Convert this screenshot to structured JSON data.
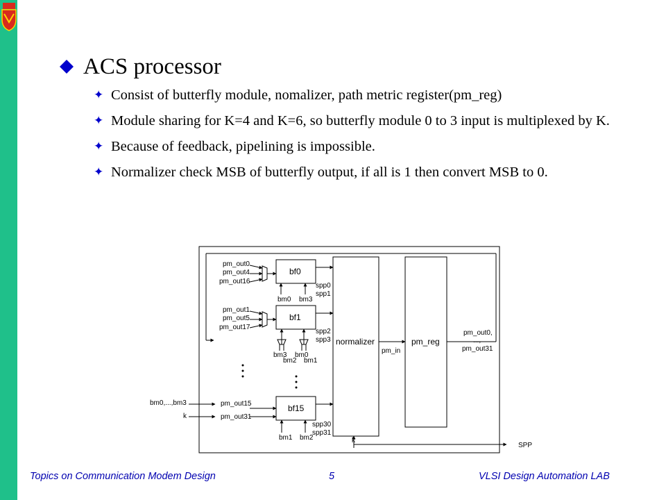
{
  "slide": {
    "title": "ACS processor",
    "bullets": [
      "Consist of butterfly module, nomalizer, path metric register(pm_reg)",
      "Module sharing for K=4 and K=6, so butterfly module 0 to 3 input is multiplexed by K.",
      "Because of feedback, pipelining is impossible.",
      "Normalizer check MSB of butterfly output, if all is 1 then convert MSB to 0."
    ]
  },
  "diagram": {
    "bf0": "bf0",
    "bf1": "bf1",
    "bf15": "bf15",
    "normalizer": "normalizer",
    "pm_reg": "pm_reg",
    "pm_in": "pm_in",
    "bf0_inputs": [
      "pm_out0",
      "pm_out4",
      "pm_out16"
    ],
    "bf1_inputs": [
      "pm_out1",
      "pm_out5",
      "pm_out17"
    ],
    "bf15_inputs": [
      "pm_out15",
      "pm_out31"
    ],
    "bf0_bm": [
      "bm0",
      "bm3"
    ],
    "bf0_spp": [
      "spp0",
      "spp1"
    ],
    "bf1_spp": [
      "spp2",
      "spp3"
    ],
    "bf1_bm_top": [
      "bm3",
      "bm0"
    ],
    "bf1_bm_bottom": [
      "bm2",
      "bm1"
    ],
    "bf15_spp": [
      "spp30",
      "spp31"
    ],
    "bf15_bm": [
      "bm1",
      "bm2"
    ],
    "ext_inputs": [
      "bm0,...,bm3",
      "k"
    ],
    "k_label": "k",
    "outputs": [
      "pm_out0,",
      "...,",
      "pm_out31"
    ],
    "spp": "SPP"
  },
  "footer": {
    "left": "Topics on Communication Modem Design",
    "page": "5",
    "right": "VLSI Design Automation LAB"
  },
  "colors": {
    "sidebar": "#1fc08a",
    "footer": "#0000b0",
    "bullet_star": "#0000cc"
  }
}
